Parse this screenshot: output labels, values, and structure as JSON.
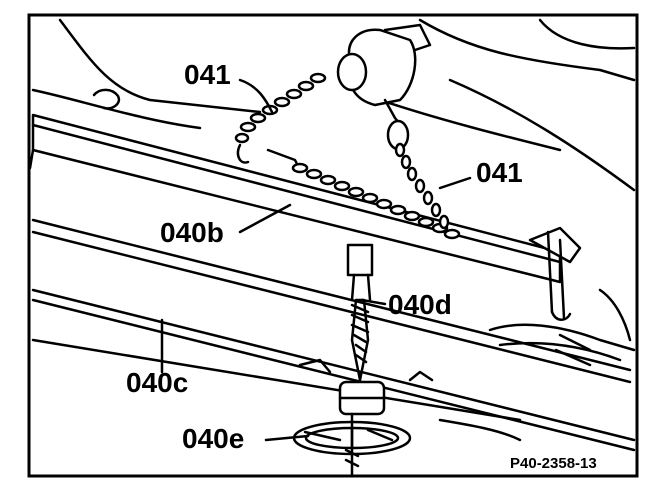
{
  "callouts": {
    "c041_top": "041",
    "c041_right": "041",
    "c040b": "040b",
    "c040d": "040d",
    "c040c": "040c",
    "c040e": "040e"
  },
  "reference": "P40-2358-13",
  "colors": {
    "ink": "#000000",
    "paper": "#ffffff"
  }
}
